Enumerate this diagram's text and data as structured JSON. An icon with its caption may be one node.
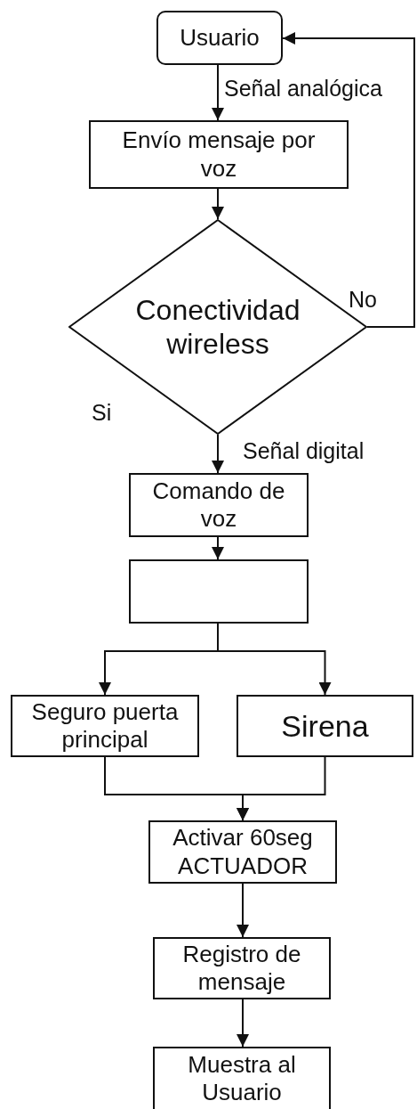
{
  "diagram": {
    "nodes": [
      {
        "text": [
          "Usuario"
        ]
      },
      {
        "text": [
          "Envío mensaje por voz"
        ]
      },
      {
        "text": [
          "Conectividad wireless"
        ]
      },
      {
        "text": [
          "Comando de voz"
        ]
      },
      {
        "text": [],
        "shape": "box"
      },
      {
        "text": [
          "Seguro puerta principal"
        ]
      },
      {
        "text": [
          "Sirena"
        ]
      },
      {
        "text": [
          "Activar 60seg ACTUADOR"
        ]
      },
      {
        "text": [
          "Registro de mensaje"
        ]
      },
      {
        "text": [
          "Muestra al Usuario"
        ]
      }
    ],
    "edges": [
      {
        "from": 0,
        "to": 1,
        "arrow": "to",
        "label": "Señal analógica"
      },
      {
        "from": 1,
        "to": 2,
        "arrow": "to"
      },
      {
        "from": 2,
        "to": 0,
        "arrow": "to",
        "label": "No"
      },
      {
        "from": 2,
        "to": 3,
        "arrow": "to",
        "label": "Señal digital"
      },
      {
        "from": 3,
        "to": 4,
        "arrow": "to"
      },
      {
        "from": 4,
        "to": 5,
        "arrow": "to"
      },
      {
        "from": 4,
        "to": 6,
        "arrow": "to"
      },
      {
        "from": 5,
        "to": 7,
        "arrow": "to"
      },
      {
        "from": 6,
        "to": 7,
        "arrow": "to"
      },
      {
        "from": 7,
        "to": 8,
        "arrow": "to"
      },
      {
        "from": 8,
        "to": 9,
        "arrow": "to"
      }
    ],
    "labels": [
      "Si"
    ]
  }
}
